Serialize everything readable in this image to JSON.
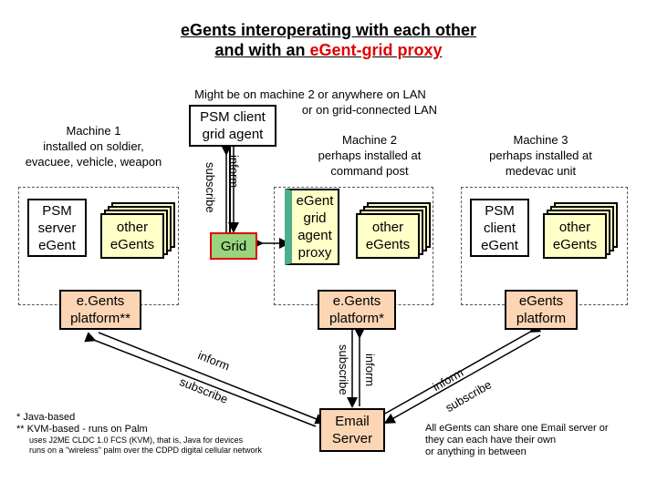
{
  "title": {
    "line1": "eGents interoperating with each other",
    "line2_prefix": "and with an ",
    "line2_highlight": "eGent-grid proxy"
  },
  "notes": {
    "lan_line1": "Might be on machine 2 or anywhere on LAN",
    "lan_line2": "or on grid-connected LAN"
  },
  "machine1": {
    "label": [
      "Machine 1",
      "installed on soldier,",
      "evacuee, vehicle, weapon"
    ],
    "psm_server": [
      "PSM",
      "server",
      "eGent"
    ],
    "other": [
      "other",
      "eGents"
    ],
    "platform": [
      "e.Gents",
      "platform**"
    ]
  },
  "machine2": {
    "label": [
      "Machine 2",
      "perhaps installed at",
      "command post"
    ],
    "proxy": [
      "eGent",
      "grid",
      "agent",
      "proxy"
    ],
    "other": [
      "other",
      "eGents"
    ],
    "platform": [
      "e.Gents",
      "platform*"
    ]
  },
  "machine3": {
    "label": [
      "Machine 3",
      "perhaps installed at",
      "medevac unit"
    ],
    "psm_client": [
      "PSM",
      "client",
      "eGent"
    ],
    "other": [
      "other",
      "eGents"
    ],
    "platform": [
      "eGents",
      "platform"
    ]
  },
  "psm_client_grid_agent": [
    "PSM client",
    "grid agent"
  ],
  "grid": "Grid",
  "email_server": [
    "Email",
    "Server"
  ],
  "arrows": {
    "inform": "inform",
    "subscribe": "subscribe"
  },
  "footnotes": {
    "java": "*  Java-based",
    "kvm": "** KVM-based - runs on Palm",
    "kvm_detail1": "uses J2ME CLDC 1.0 FCS (KVM), that is, Java for devices",
    "kvm_detail2": "runs on a \"wireless\" palm over the CDPD digital cellular network",
    "email_note1": "All eGents can share one Email server or",
    "email_note2": "they can each have their own",
    "email_note3": "or anything in between"
  },
  "colors": {
    "peach": "#fcd5b5",
    "yellow": "#ffffc8",
    "green": "#9bd47f",
    "red": "#e00000"
  }
}
